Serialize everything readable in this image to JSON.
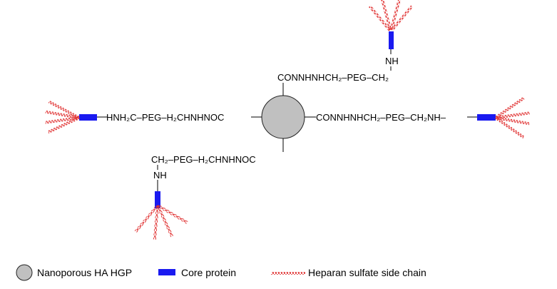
{
  "diagram": {
    "arms": {
      "top": {
        "label": "CONNHNHCH₂–PEG–CH₂",
        "nh": "NH"
      },
      "left": {
        "label": "HNH₂C–PEG–H₂CHNHNOC"
      },
      "right": {
        "label": "CONNHNHCH₂–PEG–CH₂NH–"
      },
      "bottom": {
        "label": "CH₂–PEG–H₂CHNHNOC",
        "nh": "NH"
      }
    },
    "colors": {
      "core_protein": "#1a1af0",
      "heparan_chain": "#e03030",
      "particle_fill": "#c0c0c0",
      "line": "#000000"
    }
  },
  "legend": {
    "particle_label": "Nanoporous HA HGP",
    "core_protein_label": "Core protein",
    "heparan_label": "Heparan sulfate side chain"
  }
}
